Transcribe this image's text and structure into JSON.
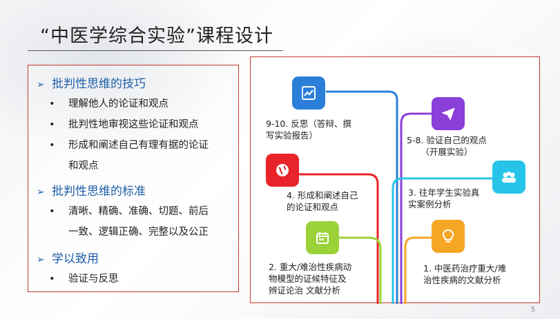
{
  "slide": {
    "title": "“中医学综合实验”课程设计",
    "page_number": "5"
  },
  "left": {
    "sections": [
      {
        "heading": "批判性思维的技巧",
        "bullets": [
          "理解他人的论证和观点",
          "批判性地审视这些论证和观点",
          "形成和阐述自己有理有据的论证"
        ],
        "continuation": "和观点"
      },
      {
        "heading": "批判性思维的标准",
        "bullets": [
          "清晰、精确、准确、切题、前后"
        ],
        "continuation": "一致、逻辑正确、完整以及公正"
      },
      {
        "heading": "学以致用",
        "bullets": [
          "验证与反思"
        ]
      }
    ],
    "arrow_glyph": "➢",
    "bullet_glyph": "•"
  },
  "right": {
    "steps": [
      {
        "line1": "9-10. 反思（答辩、撰",
        "line2": "写实验报告）",
        "color": "#2b7fd8",
        "icon": "chart-line-icon"
      },
      {
        "line1": "5-8. 验证自己的观点",
        "line2": "（开展实验）",
        "color": "#8b3fd9",
        "icon": "paper-plane-icon"
      },
      {
        "line1": "4. 形成和阐述自己",
        "line2": "的论证和观点",
        "color": "#e8242a",
        "icon": "globe-icon"
      },
      {
        "line1": "3. 往年学生实验真",
        "line2": "实案例分析",
        "color": "#25c4e8",
        "icon": "people-icon"
      },
      {
        "line1": "2. 重大/难治性疾病动",
        "line2": "物模型的证候特征及",
        "line3": "辨证论治 文献分析",
        "color": "#9bd23a",
        "icon": "calendar-icon"
      },
      {
        "line1": "1. 中医药治疗重大/难",
        "line2": "治性疾病的文献分析",
        "color": "#f5a623",
        "icon": "lightbulb-icon"
      }
    ]
  }
}
